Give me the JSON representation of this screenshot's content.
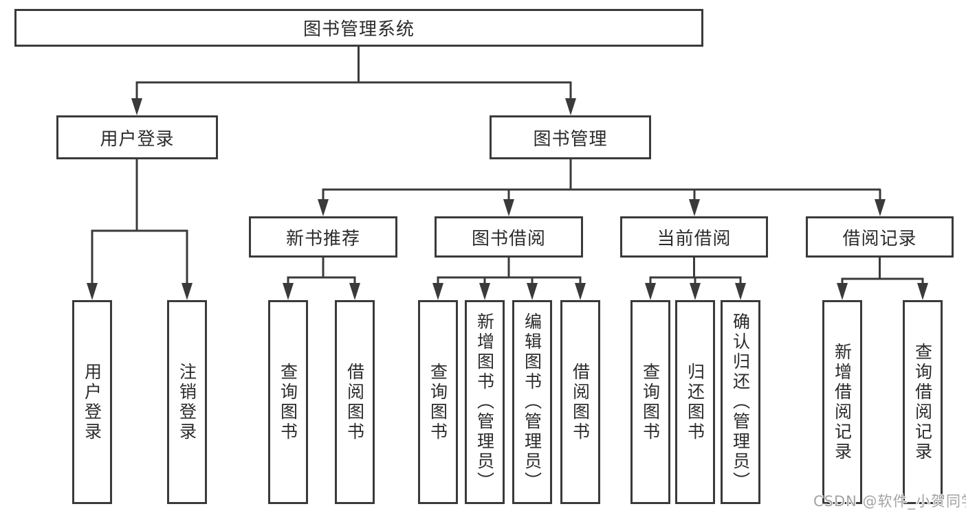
{
  "diagram_title": "图书管理系统",
  "tree": {
    "label": "图书管理系统",
    "children": [
      {
        "label": "用户登录",
        "children": [
          {
            "label": "用户登录"
          },
          {
            "label": "注销登录"
          }
        ]
      },
      {
        "label": "图书管理",
        "children": [
          {
            "label": "新书推荐",
            "children": [
              {
                "label": "查询图书"
              },
              {
                "label": "借阅图书"
              }
            ]
          },
          {
            "label": "图书借阅",
            "children": [
              {
                "label": "查询图书"
              },
              {
                "label": "新增图书（管理员）"
              },
              {
                "label": "编辑图书（管理员）"
              },
              {
                "label": "借阅图书"
              }
            ]
          },
          {
            "label": "当前借阅",
            "children": [
              {
                "label": "查询图书"
              },
              {
                "label": "归还图书"
              },
              {
                "label": "确认归还（管理员）"
              }
            ]
          },
          {
            "label": "借阅记录",
            "children": [
              {
                "label": "新增借阅记录"
              },
              {
                "label": "查询借阅记录"
              }
            ]
          }
        ]
      }
    ]
  },
  "watermark": "CSDN @软件_小贺同学",
  "colors": {
    "background": "#ffffff",
    "line": "#3a3a3a",
    "text": "#2b2b2b",
    "watermark": "#a3a3a3"
  }
}
